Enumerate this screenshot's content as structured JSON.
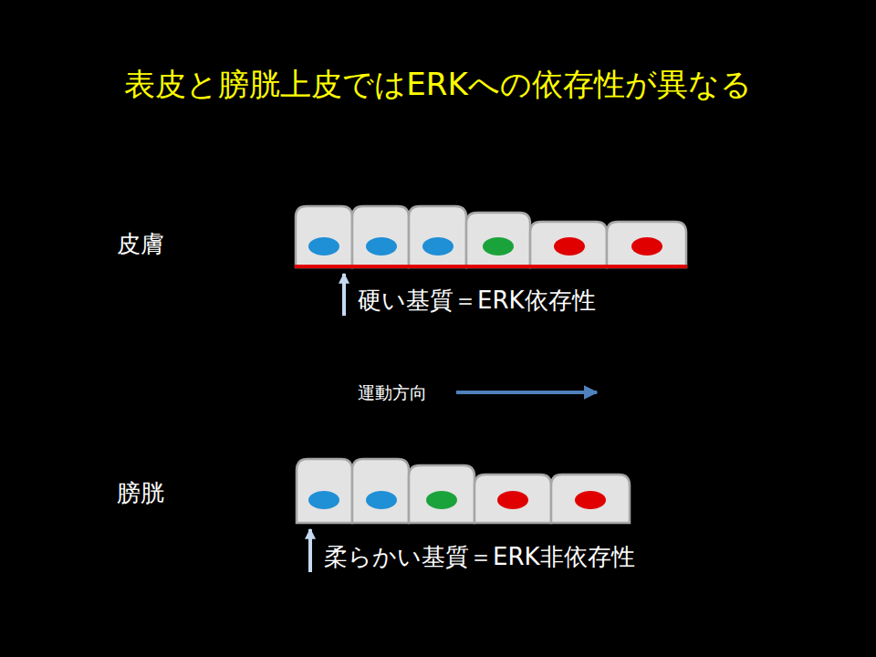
{
  "diagram": {
    "title": "表皮と膀胱上皮ではERKへの依存性が異なる",
    "labels": [
      "皮膚",
      "硬い基質＝ERK依存性",
      "運動方向",
      "膀胱",
      "柔らかい基質＝ERK非依存性"
    ]
  }
}
